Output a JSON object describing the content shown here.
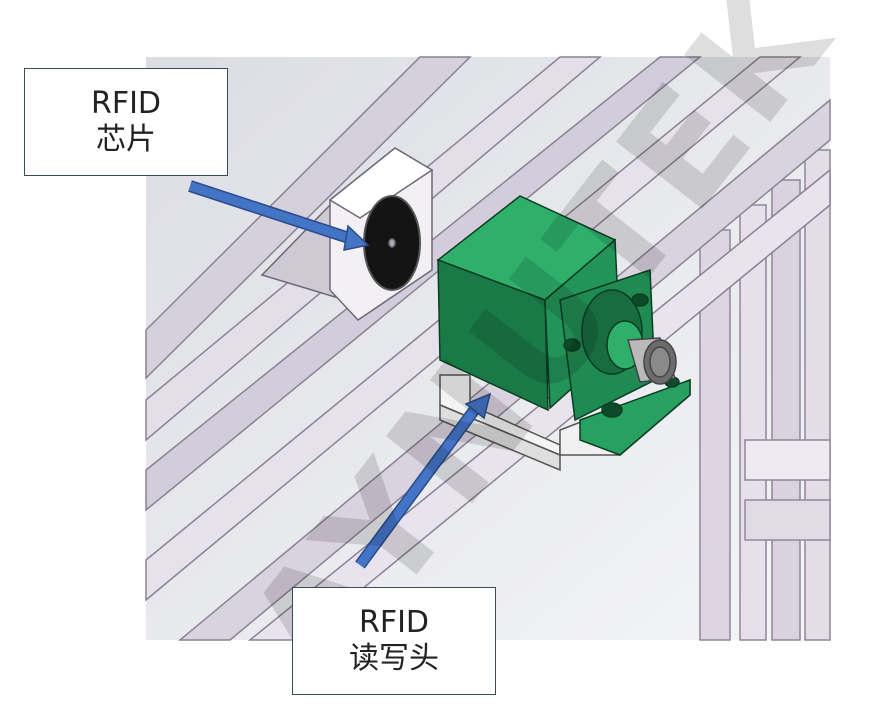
{
  "labels": {
    "chip": {
      "line1": "RFID",
      "line2": "芯片"
    },
    "reader": {
      "line1": "RFID",
      "line2": "读写头"
    }
  },
  "watermark": "AYNUTEK",
  "colors": {
    "background": "#ffffff",
    "scene_bg": "#e9eaee",
    "rail": "#d8d2de",
    "rail_dark": "#b9b0c1",
    "green": "#1f8a52",
    "green_dark": "#0f5e35",
    "green_light": "#2fb06a",
    "arrow": "#4474c6",
    "bracket": "#f2f2f2"
  },
  "icons": [
    "arrow-to-chip-icon",
    "arrow-to-reader-icon",
    "rfid-chip-disc-icon"
  ]
}
